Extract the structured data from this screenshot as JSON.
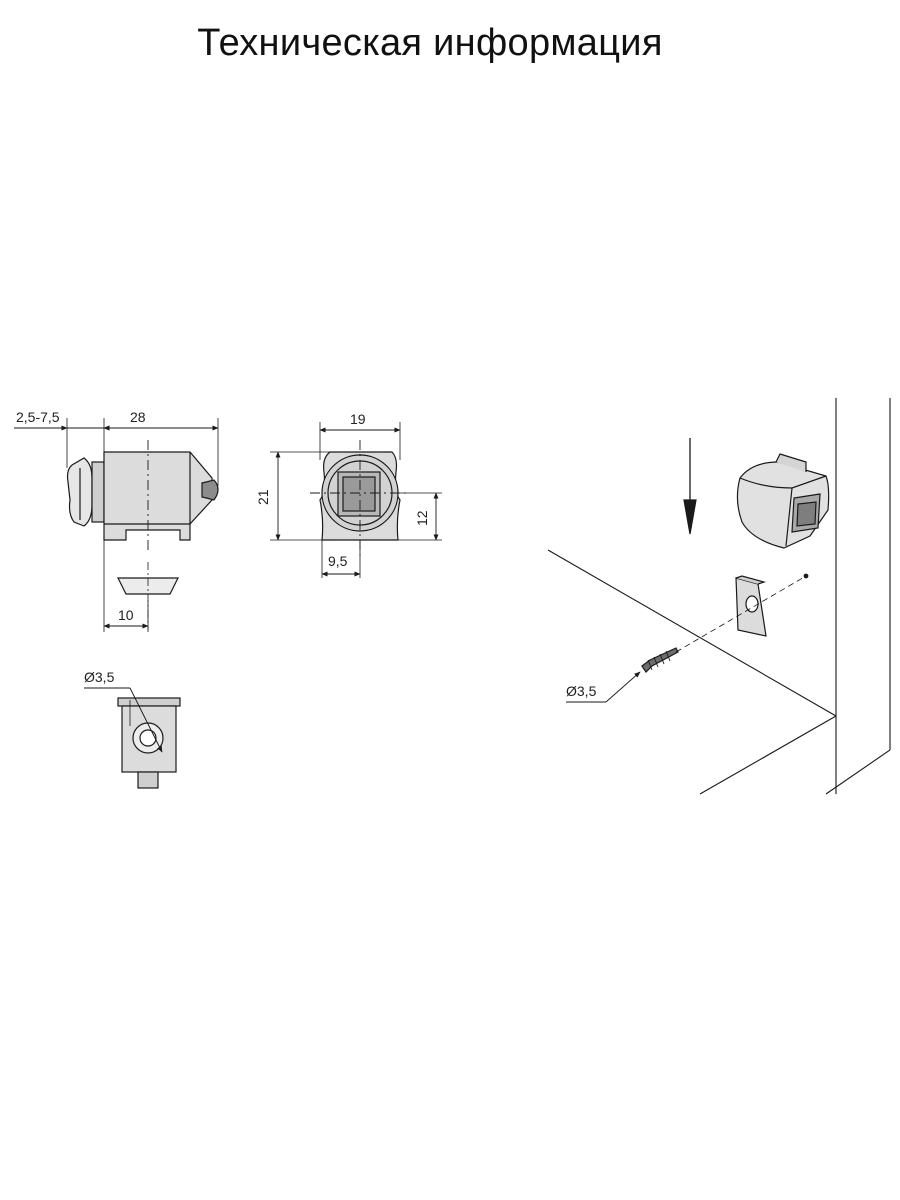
{
  "title": "Техническая информация",
  "colors": {
    "line": "#1a1a1a",
    "body_fill": "#dedede",
    "dark_fill": "#bdbdbd",
    "background": "#ffffff"
  },
  "drawing": {
    "side_view": {
      "dim_offset": "2,5-7,5",
      "dim_length": "28",
      "dim_strike": "10"
    },
    "front_view": {
      "dim_width": "19",
      "dim_height": "21",
      "dim_center_height": "12",
      "dim_center_width": "9,5"
    },
    "plate_view": {
      "dim_hole": "Ø3,5"
    },
    "installation": {
      "dim_screw": "Ø3,5",
      "icons": [
        "down-arrow-icon",
        "screw-icon",
        "latch-icon",
        "strike-plate-icon"
      ]
    }
  }
}
